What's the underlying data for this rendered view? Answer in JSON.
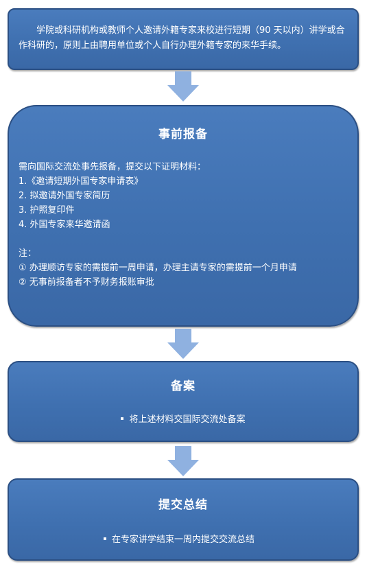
{
  "colors": {
    "box_fill": "#4272b3",
    "box_border": "#2b4f83",
    "arrow_fill": "#8fb1e0",
    "text": "#ffffff"
  },
  "intro": {
    "text": "学院或科研机构或教师个人邀请外籍专家来校进行短期（90 天以内）讲学或合作科研的，原则上由聘用单位或个人自行办理外籍专家的来华手续。"
  },
  "prereport": {
    "title": "事前报备",
    "lead": "需向国际交流处事先报备，提交以下证明材料：",
    "items": [
      "1.《邀请短期外国专家申请表》",
      "2.  拟邀请外国专家简历",
      "3.  护照复印件",
      "4.  外国专家来华邀请函"
    ],
    "note_label": "注：",
    "notes": [
      "①  办理顺访专家的需提前一周申请，办理主请专家的需提前一个月申请",
      "②  无事前报备者不予财务报账审批"
    ]
  },
  "filing": {
    "title": "备案",
    "bullet": "将上述材料交国际交流处备案"
  },
  "summary": {
    "title": "提交总结",
    "bullet": "在专家讲学结束一周内提交交流总结"
  },
  "arrows": [
    "down-arrow-icon",
    "down-arrow-icon",
    "down-arrow-icon"
  ]
}
